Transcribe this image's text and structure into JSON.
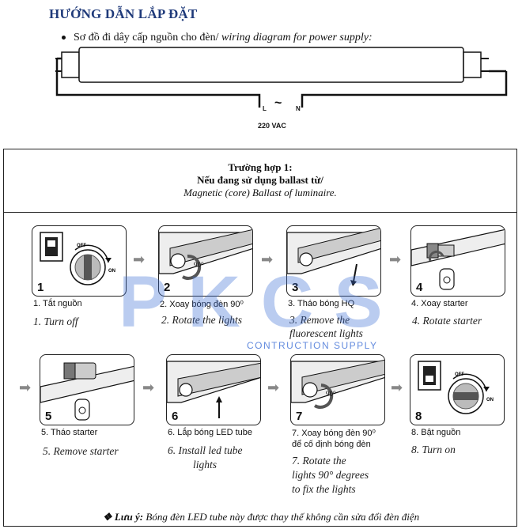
{
  "header": {
    "title": "HƯỚNG DẪN LẮP ĐẶT",
    "bullet_text": "Sơ đồ đi dây cấp nguồn cho đèn/",
    "bullet_text_en": " wiring diagram for power supply:"
  },
  "wiring": {
    "label_l": "L",
    "label_tilde": "~",
    "label_n": "N",
    "voltage": "220 VAC"
  },
  "case": {
    "title": "Trường hợp 1:",
    "subtitle": "Nếu đang sử dụng  ballast từ/",
    "subtitle_en": "Magnetic (core) Ballast of luminaire."
  },
  "steps": [
    {
      "num": "1",
      "vi": "1. Tắt nguồn",
      "en": "1.   Turn off"
    },
    {
      "num": "2",
      "vi": "2. Xoay bóng đèn 90⁰",
      "en": "2. Rotate the lights"
    },
    {
      "num": "3",
      "vi": "3. Tháo bóng HQ",
      "en": "3. Remove the",
      "en2": "fluorescent lights"
    },
    {
      "num": "4",
      "vi": "4. Xoay starter",
      "en": "4. Rotate starter"
    },
    {
      "num": "5",
      "vi": "5. Tháo starter",
      "en": "5.   Remove starter"
    },
    {
      "num": "6",
      "vi": "6. Lắp bóng LED tube",
      "en": "6. Install led tube",
      "en2": "lights"
    },
    {
      "num": "7",
      "vi": "7. Xoay bóng đèn 90⁰",
      "vi2": "để cố định bóng đèn",
      "en": "7. Rotate the",
      "en2": "lights 90° degrees",
      "en3": "to fix the lights"
    },
    {
      "num": "8",
      "vi": "8. Bật nguồn",
      "en": "8. Turn on"
    }
  ],
  "switch": {
    "off": "OFF",
    "on": "ON"
  },
  "rotation": {
    "deg": "90⁰"
  },
  "watermark": {
    "text": "PKCS",
    "sub": "CONTRUCTION SUPPLY"
  },
  "note": {
    "prefix": "❖  Lưu ý:",
    "text": " Bóng đèn LED tube này được thay thế không cần sửa đổi đèn điện"
  }
}
